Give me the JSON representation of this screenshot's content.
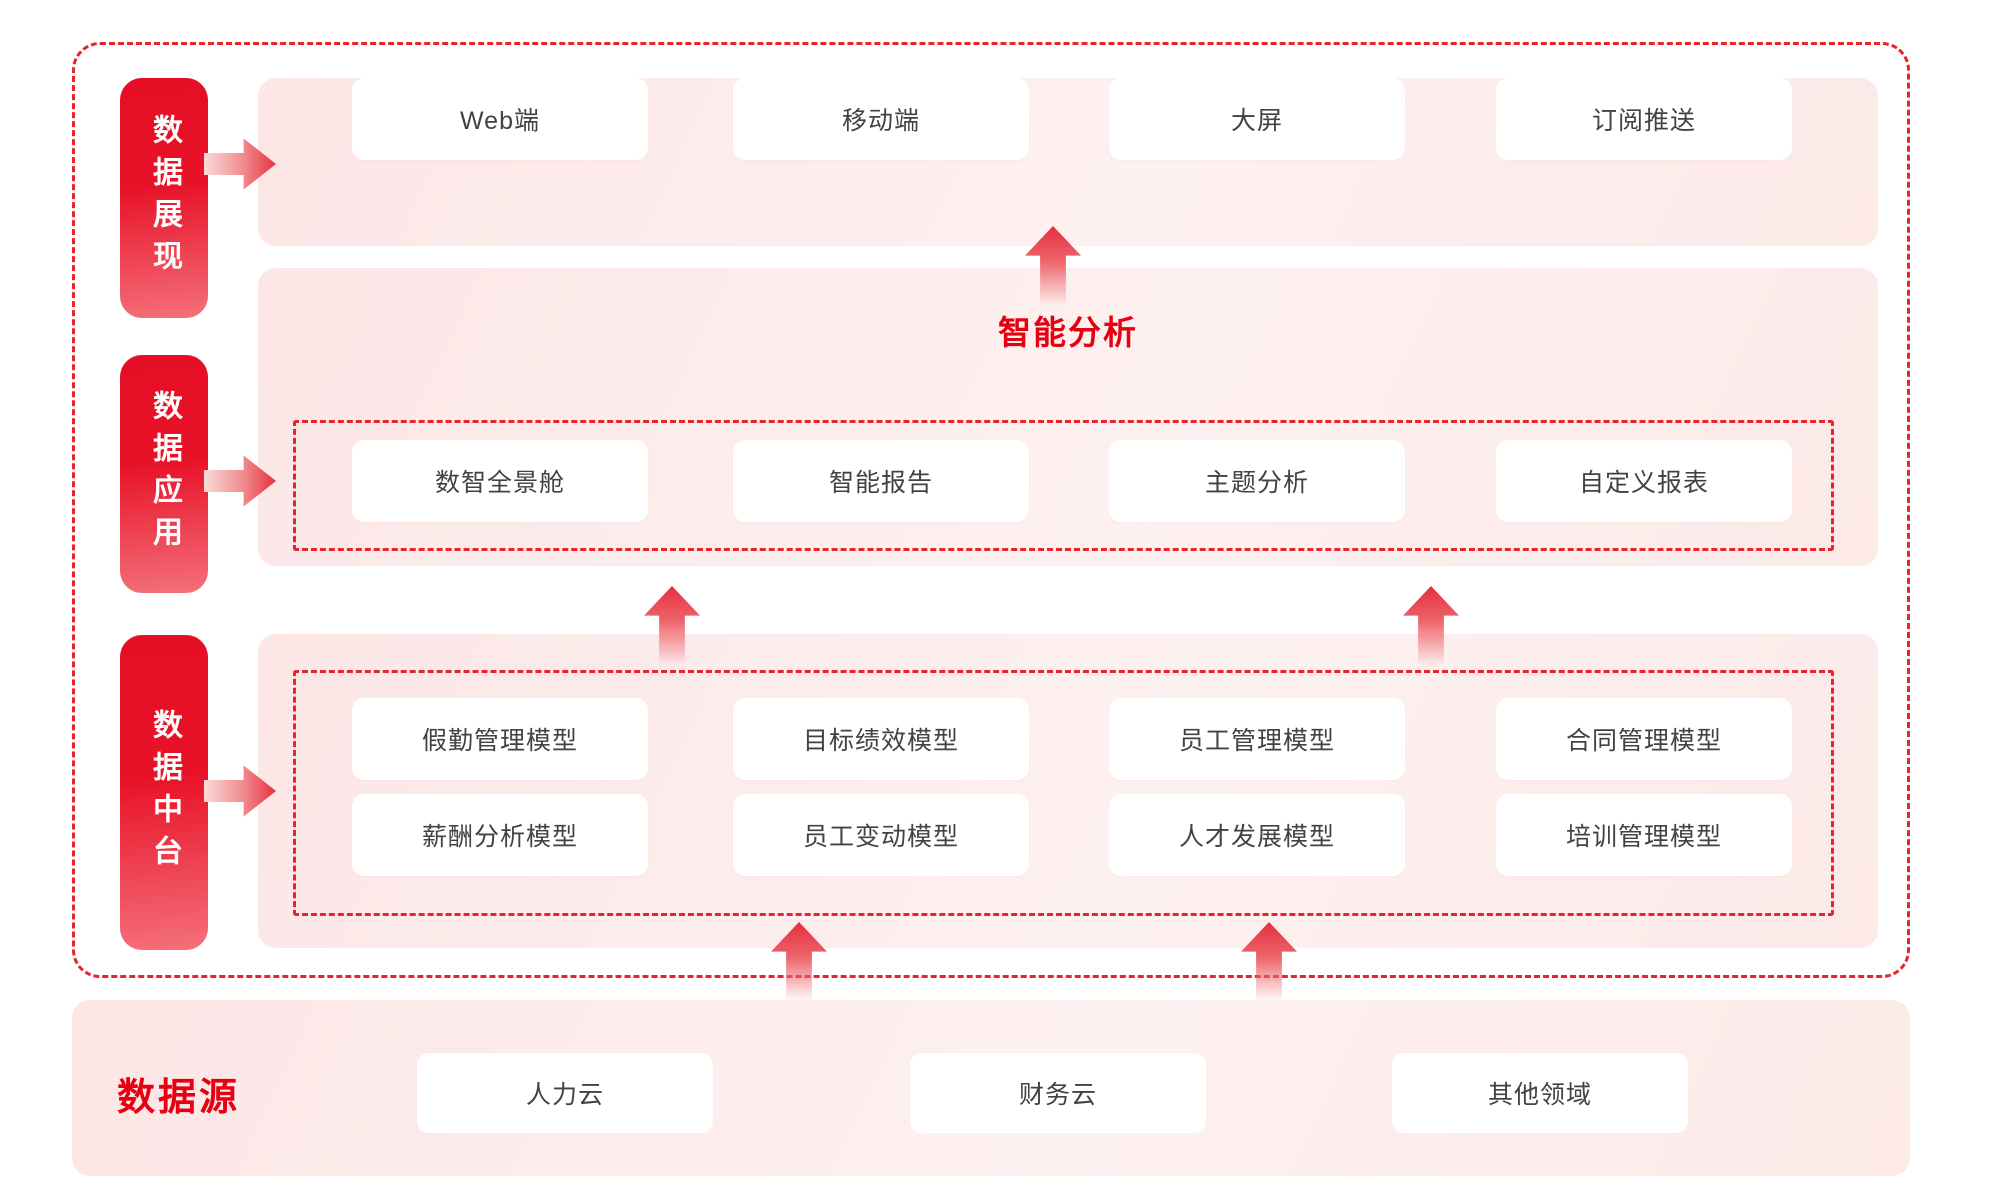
{
  "colors": {
    "accent_red": "#e60012",
    "dashed_border": "#e8232e",
    "panel_pink": "#fce8e8",
    "pill_gradient_top": "#e60e24",
    "pill_gradient_bottom": "#f4707a",
    "box_text": "#424242"
  },
  "layers": {
    "display": {
      "pill": "数据展现",
      "items": [
        "Web端",
        "移动端",
        "大屏",
        "订阅推送"
      ]
    },
    "application": {
      "pill": "数据应用",
      "title": "智能分析",
      "items": [
        "数智全景舱",
        "智能报告",
        "主题分析",
        "自定义报表"
      ]
    },
    "middle_platform": {
      "pill": "数据中台",
      "rows": [
        [
          "假勤管理模型",
          "目标绩效模型",
          "员工管理模型",
          "合同管理模型"
        ],
        [
          "薪酬分析模型",
          "员工变动模型",
          "人才发展模型",
          "培训管理模型"
        ]
      ]
    },
    "datasource": {
      "label": "数据源",
      "items": [
        "人力云",
        "财务云",
        "其他领域"
      ]
    }
  }
}
